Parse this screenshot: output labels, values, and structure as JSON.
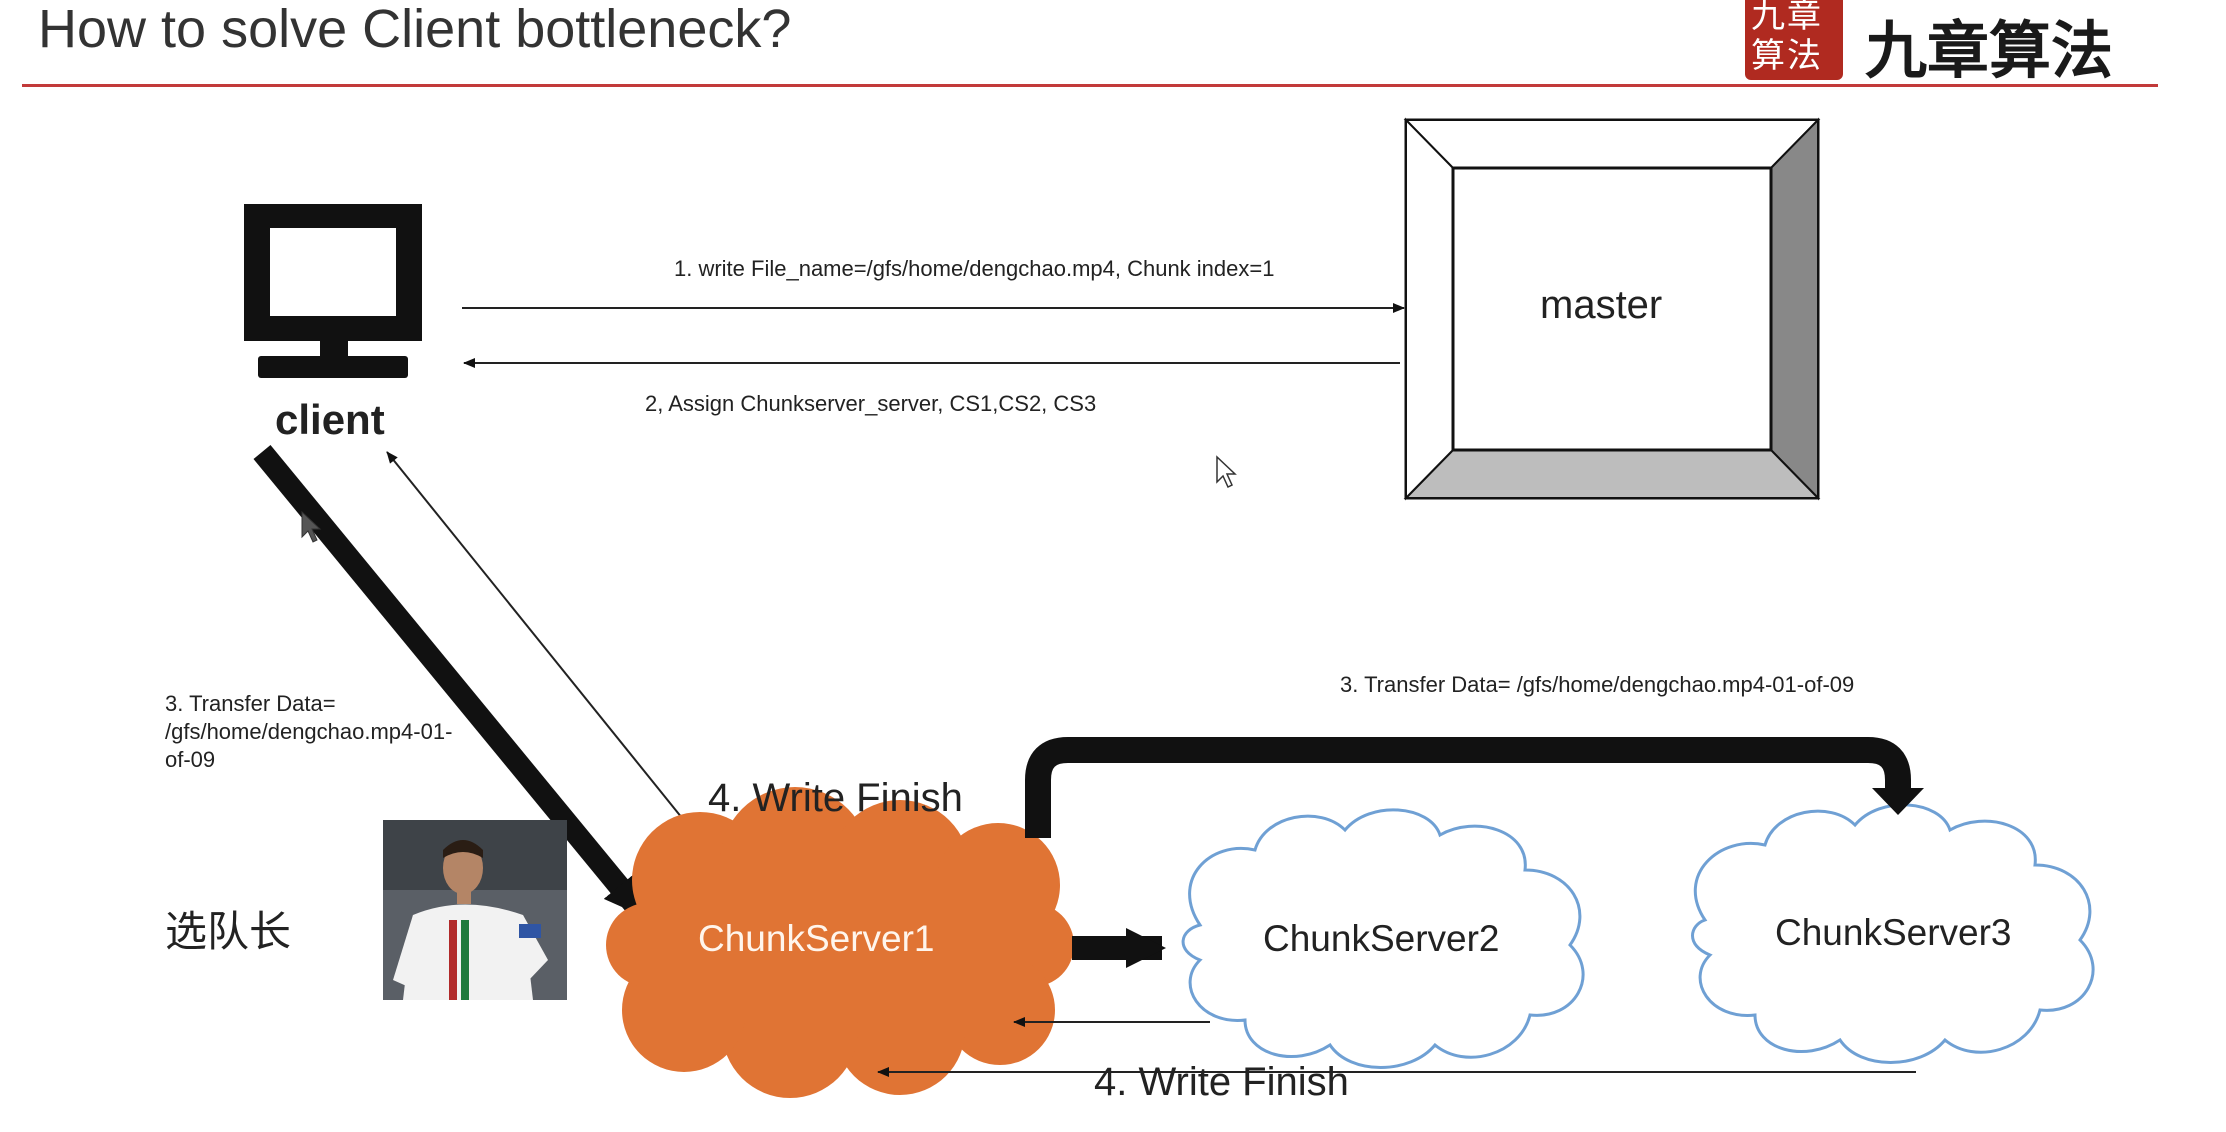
{
  "title": "How to solve Client bottleneck?",
  "logo": {
    "seal_text": "九章算法",
    "text": "九章算法",
    "seal_color": "#b02a20"
  },
  "nodes": {
    "client": "client",
    "master": "master",
    "chunkserver1": "ChunkServer1",
    "chunkserver2": "ChunkServer2",
    "chunkserver3": "ChunkServer3"
  },
  "messages": {
    "step1": "1.  write File_name=/gfs/home/dengchao.mp4, Chunk index=1",
    "step2": "2, Assign Chunkserver_server, CS1,CS2, CS3",
    "step3_client": "3. Transfer Data= /gfs/home/dengchao.mp4-01-of-09",
    "step3_chain": "3. Transfer Data= /gfs/home/dengchao.mp4-01-of-09",
    "step4_top": "4. Write Finish",
    "step4_bottom": "4. Write Finish"
  },
  "leader_label": "选队长",
  "icons": {
    "client": "computer-monitor-icon",
    "master": "server-box-icon",
    "cursor": "mouse-pointer-icon"
  },
  "colors": {
    "title_rule": "#c23a3a",
    "chunkserver1_fill": "#e07434",
    "cloud_outline": "#6fa0d4"
  }
}
